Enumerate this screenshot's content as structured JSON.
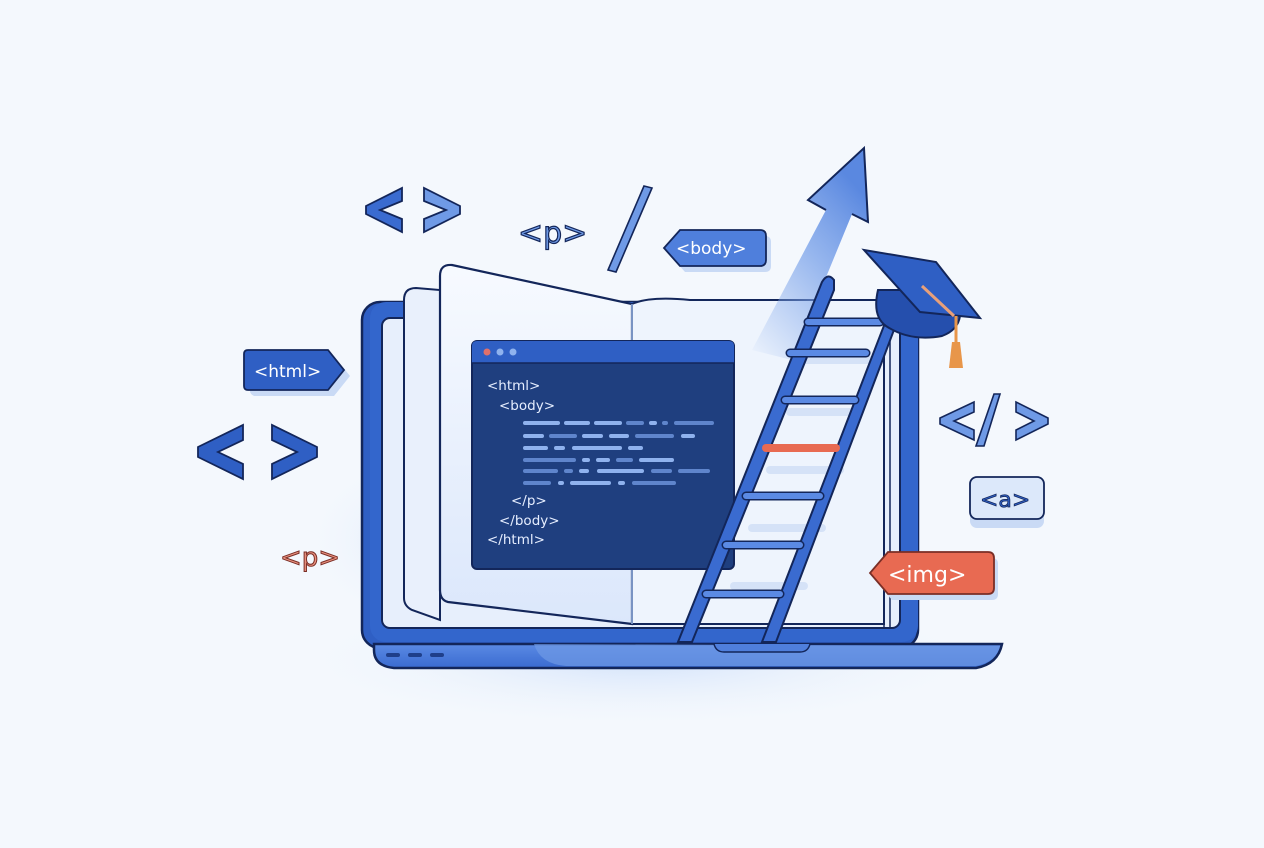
{
  "illustration": {
    "subject": "Learning HTML: open book on laptop with code window, ladder, rising arrow and graduation cap",
    "colors": {
      "background": "#f4f8fd",
      "primary": "#2f5fc4",
      "dark_blue": "#1f3f8a",
      "code_bg": "#1f3f7f",
      "light_blue": "#6f9ae6",
      "outline": "#13265a",
      "accent_red": "#e86a52",
      "tassel_orange": "#e8964a"
    }
  },
  "floating_tags": {
    "html_label": "<html>",
    "body_label": "<body>",
    "p_top": "<p>",
    "p_bottom": "<p>",
    "a_label": "<a>",
    "img_label": "<img>",
    "slash": "/",
    "angle_pair_top": "< >",
    "angle_pair_left": "< >",
    "closing_tag": "</ >"
  },
  "code_window": {
    "dots": [
      "#e0706a",
      "#8fb2ee",
      "#8fb2ee"
    ],
    "lines": {
      "l1": "<html>",
      "l2": "<body>",
      "l3": "</p>",
      "l4": "</body>",
      "l5": "</html>"
    }
  },
  "laptop": {
    "indicator_lights": 3
  }
}
